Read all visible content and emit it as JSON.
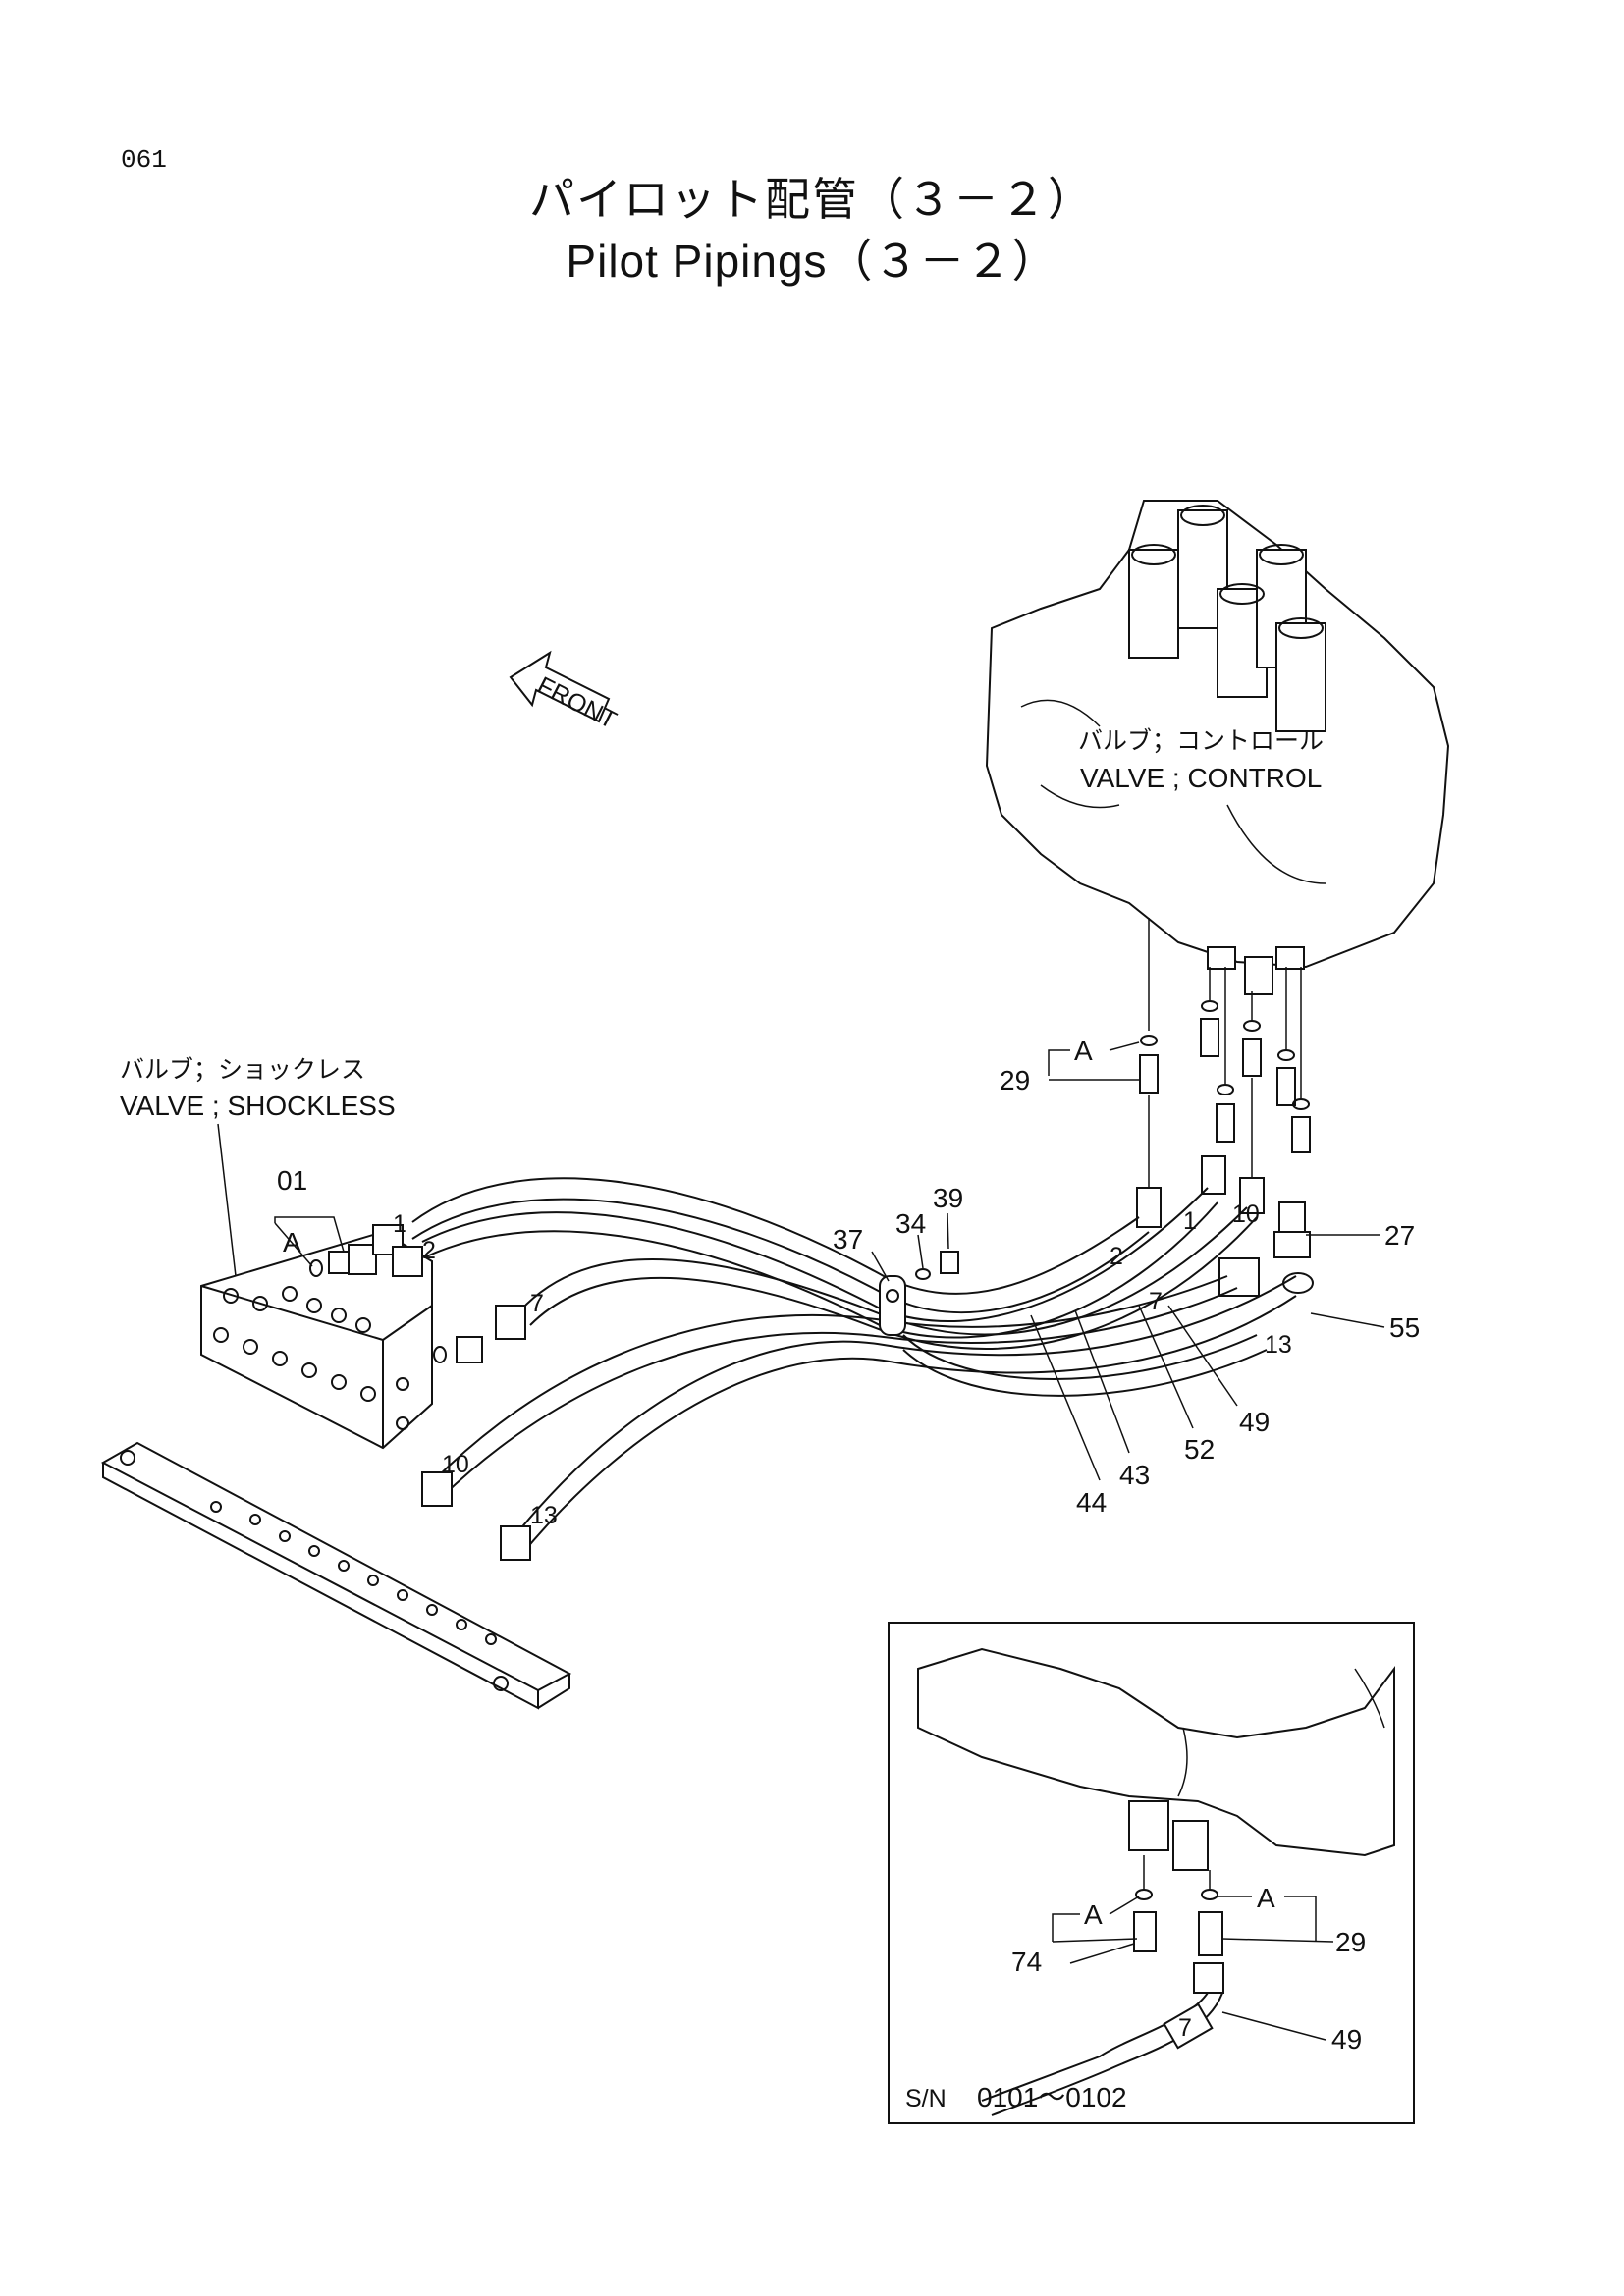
{
  "page_number": "061",
  "title_jp": "パイロット配管（３－２）",
  "title_en": "Pilot Pipings（３－２）",
  "front_label": "FRONT",
  "control_valve": {
    "jp": "バルブ；コントロール",
    "en": "VALVE ; CONTROL"
  },
  "shockless_valve": {
    "jp": "バルブ；ショックレス",
    "en": "VALVE ; SHOCKLESS"
  },
  "callouts": {
    "c01": "01",
    "A": "A",
    "c29": "29",
    "c27": "27",
    "c55": "55",
    "c37": "37",
    "c34": "34",
    "c39": "39",
    "c44": "44",
    "c43": "43",
    "c52": "52",
    "c49": "49",
    "h1": "1",
    "h2": "2",
    "h7": "7",
    "h10": "10",
    "h13": "13"
  },
  "inset": {
    "callouts": {
      "A": "A",
      "c74": "74",
      "c29": "29",
      "c49": "49",
      "h7": "7"
    },
    "serial_prefix": "S/N",
    "serial_range": "0101～0102"
  }
}
